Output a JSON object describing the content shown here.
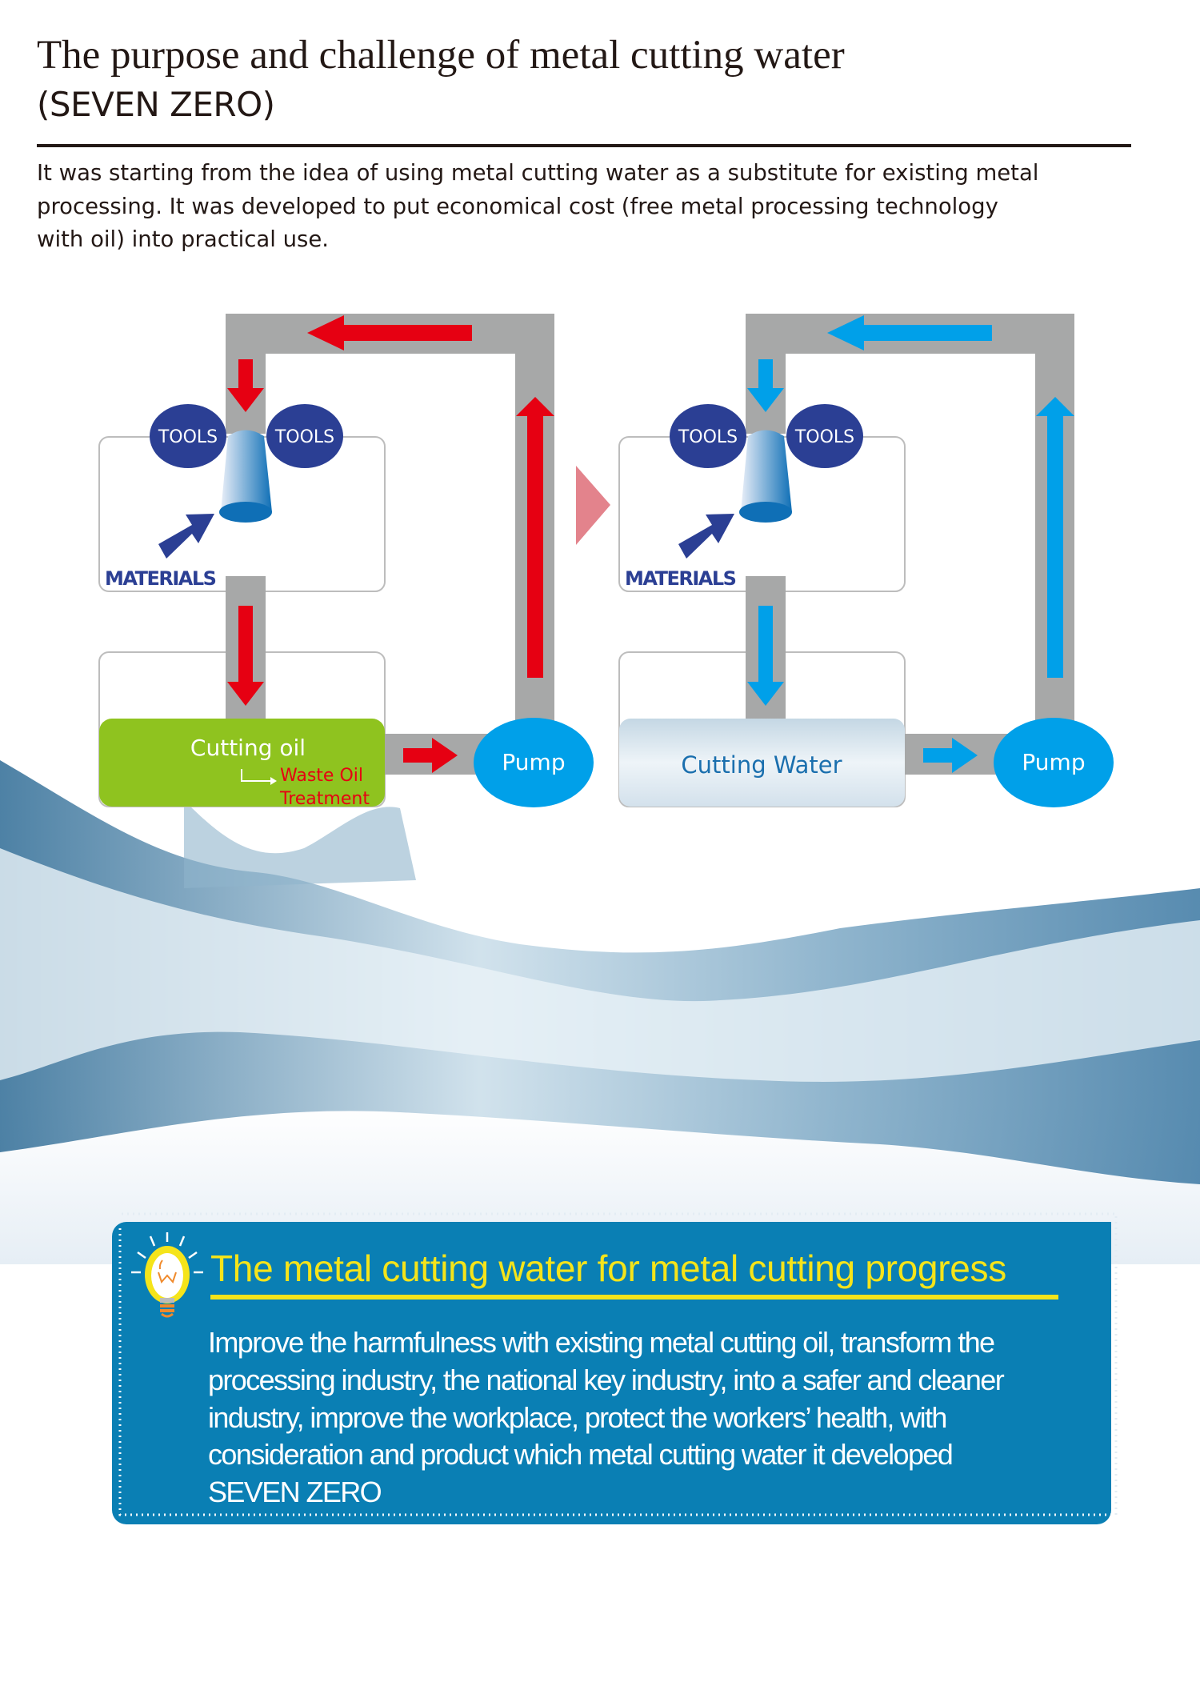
{
  "header": {
    "title_line1": "The purpose and challenge of metal cutting water",
    "title_line2": "(SEVEN ZERO)"
  },
  "intro": {
    "lines": [
      "It was starting from the idea of using metal cutting water as a substitute for existing metal",
      "processing. It was developed to put economical cost (free metal processing technology",
      "with oil) into practical use."
    ]
  },
  "diagram_oil": {
    "tools_left": "TOOLS",
    "tools_right": "TOOLS",
    "materials": "MATERIALS",
    "tank": "Cutting oil",
    "waste_line1": "Waste Oil",
    "waste_line2": "Treatment",
    "pump": "Pump",
    "flow_color": "#e60012",
    "tank_color": "#8fc31f"
  },
  "diagram_water": {
    "tools_left": "TOOLS",
    "tools_right": "TOOLS",
    "materials": "MATERIALS",
    "tank": "Cutting Water",
    "pump": "Pump",
    "flow_color": "#00a0e9"
  },
  "highlight": {
    "icon": "lightbulb-icon",
    "title": "The metal cutting water for metal cutting progress",
    "body_lines": [
      "Improve the harmfulness with existing metal cutting oil, transform the",
      "processing industry, the national key industry, into a safer and cleaner",
      "industry, improve the workplace, protect the workers’ health, with",
      "consideration and product which metal cutting water it developed",
      "SEVEN ZERO"
    ],
    "background_color": "#0a7fb4",
    "accent_color": "#f5e41a"
  }
}
